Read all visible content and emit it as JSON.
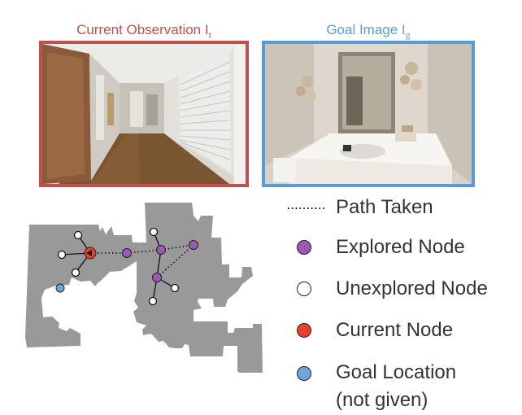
{
  "titles": {
    "current": "Current Observation I",
    "current_sub": "t",
    "goal": "Goal Image I",
    "goal_sub": "g"
  },
  "legend": {
    "path_taken": "Path Taken",
    "explored_node": "Explored Node",
    "unexplored_node": "Unexplored Node",
    "current_node": "Current Node",
    "goal_location_line1": "Goal Location",
    "goal_location_line2": "(not given)"
  },
  "colors": {
    "current_accent": "#c0504d",
    "goal_accent": "#5b9bd5",
    "explored_node": "#9b59b6",
    "unexplored_node": "#ffffff",
    "current_node": "#e8412c",
    "goal_location": "#6fa4dc",
    "map_fill": "#999999"
  }
}
